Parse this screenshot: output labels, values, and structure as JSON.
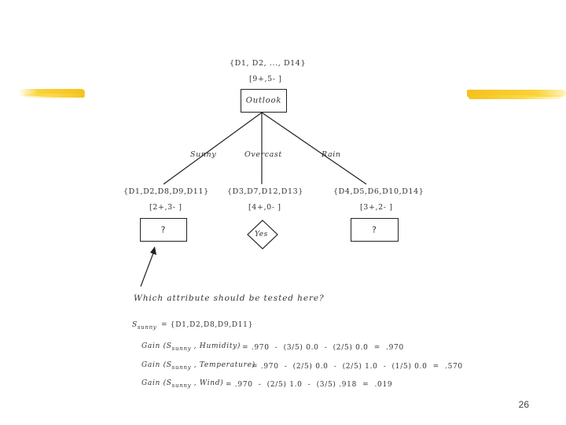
{
  "root": {
    "set": "{D1, D2, ..., D14}",
    "counts": "[9+,5- ]",
    "attribute": "Outlook"
  },
  "branches": [
    {
      "edge": "Sunny",
      "set": "{D1,D2,D8,D9,D11}",
      "counts": "[2+,3- ]",
      "node": "?"
    },
    {
      "edge": "Overcast",
      "set": "{D3,D7,D12,D13}",
      "counts": "[4+,0- ]",
      "node": "Yes"
    },
    {
      "edge": "Rain",
      "set": "{D4,D5,D6,D10,D14}",
      "counts": "[3+,2- ]",
      "node": "?"
    }
  ],
  "question": "Which attribute should be tested here?",
  "s_sunny": {
    "symbol": "S",
    "sub": "sunny",
    "value": "= {D1,D2,D8,D9,D11}"
  },
  "gains": [
    {
      "prefix": "Gain (S",
      "sub": "sunny",
      "attr": " , Humidity)",
      "expr": "= .970  -  (3/5) 0.0  -  (2/5) 0.0  =  .970"
    },
    {
      "prefix": "Gain (S",
      "sub": "sunny",
      "attr": " , Temperature)",
      "expr": "= .970  -  (2/5) 0.0  -  (2/5) 1.0  -  (1/5) 0.0  =  .570"
    },
    {
      "prefix": "Gain (S",
      "sub": "sunny",
      "attr": " , Wind)",
      "expr": "= .970  -  (2/5) 1.0  -  (3/5) .918  =  .019"
    }
  ],
  "page_number": "26",
  "colors": {
    "highlight": "#f6c11c",
    "line": "#222222"
  }
}
